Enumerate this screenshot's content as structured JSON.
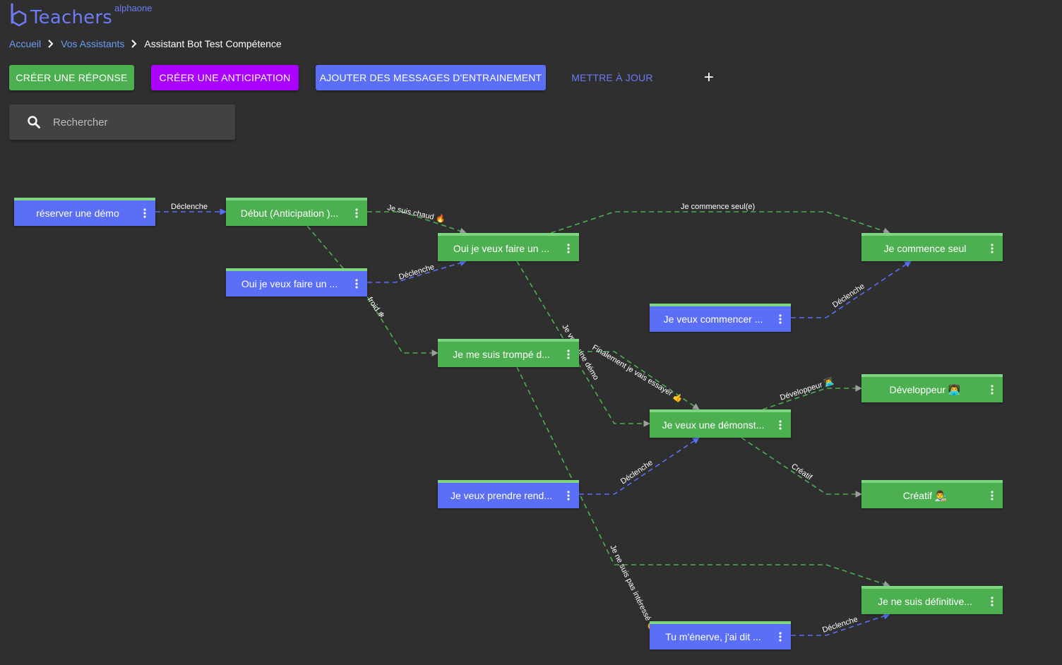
{
  "app": {
    "name": "Teachers",
    "workspace": "alphaone"
  },
  "breadcrumb": {
    "home": "Accueil",
    "assistants": "Vos Assistants",
    "current": "Assistant Bot Test Compétence"
  },
  "toolbar": {
    "create_response": "CRÉER UNE RÉPONSE",
    "create_anticipation": "CRÉER UNE ANTICIPATION",
    "add_training": "AJOUTER DES MESSAGES D'ENTRAINEMENT",
    "update": "METTRE À JOUR",
    "add": "+"
  },
  "search": {
    "placeholder": "Rechercher"
  },
  "colors": {
    "background": "#2f2f2f",
    "green": "#4caf50",
    "purple": "#aa00ff",
    "blue": "#5a6ff5",
    "link": "#6b9cf0"
  },
  "nodes": [
    {
      "id": "n1",
      "label": "réserver une démo",
      "kind": "blue"
    },
    {
      "id": "n2",
      "label": "Début (Anticipation )...",
      "kind": "green"
    },
    {
      "id": "n3",
      "label": "Oui je veux faire un ...",
      "kind": "blue"
    },
    {
      "id": "n4",
      "label": "Oui je veux faire un ...",
      "kind": "green"
    },
    {
      "id": "n5",
      "label": "Je me suis trompé d...",
      "kind": "green"
    },
    {
      "id": "n6",
      "label": "Je veux prendre rend...",
      "kind": "blue"
    },
    {
      "id": "n7",
      "label": "Je veux commencer ...",
      "kind": "blue"
    },
    {
      "id": "n8",
      "label": "Je veux une démonst...",
      "kind": "green"
    },
    {
      "id": "n9",
      "label": "Tu m'énerve, j'ai dit ...",
      "kind": "blue"
    },
    {
      "id": "n10",
      "label": "Je commence seul",
      "kind": "green"
    },
    {
      "id": "n11",
      "label": "Développeur 👨‍💻",
      "kind": "green"
    },
    {
      "id": "n12",
      "label": "Créatif 👨‍🎨",
      "kind": "green"
    },
    {
      "id": "n13",
      "label": "Je ne suis définitive...",
      "kind": "green"
    }
  ],
  "edges": [
    {
      "label": "Déclenche"
    },
    {
      "label": "Je suis chaud 🔥"
    },
    {
      "label": "Je commence seul(e)"
    },
    {
      "label": "Déclenche"
    },
    {
      "label": "froid ❄"
    },
    {
      "label": "Déclenche"
    },
    {
      "label": "Je veux une démo"
    },
    {
      "label": "Finalement je vais essayer 👍"
    },
    {
      "label": "Développeur 👨‍💻"
    },
    {
      "label": "Déclenche"
    },
    {
      "label": "Créatif"
    },
    {
      "label": "Je ne suis pas intéressé 😕"
    },
    {
      "label": "Déclenche"
    }
  ]
}
